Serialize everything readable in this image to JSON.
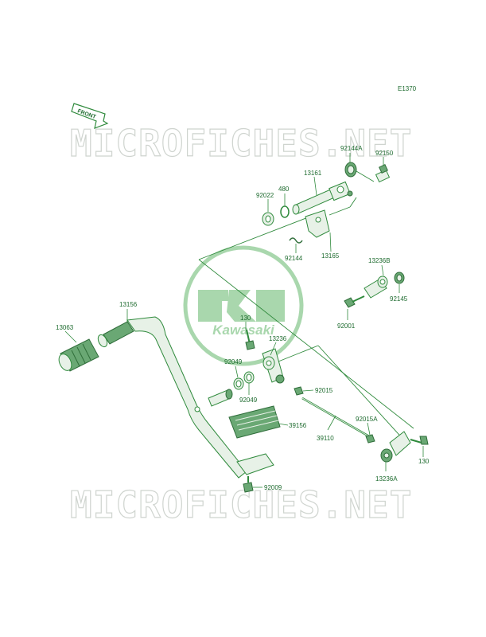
{
  "diagram": {
    "ref_code": "E1370",
    "front_label": "FRONT",
    "brand_logo_text": "Kawasaki",
    "watermark_text": "MICROFICHES.NET",
    "part_labels": {
      "p92144A": "92144A",
      "p92150": "92150",
      "p13161": "13161",
      "p480": "480",
      "p92022": "92022",
      "p92144": "92144",
      "p13165": "13165",
      "p13236B": "13236B",
      "p92145": "92145",
      "p92001": "92001",
      "p13156": "13156",
      "p13063": "13063",
      "p130_top": "130",
      "p13236": "13236",
      "p92049_a": "92049",
      "p92049_b": "92049",
      "p92015": "92015",
      "p92015A": "92015A",
      "p39156": "39156",
      "p39110": "39110",
      "p13236A": "13236A",
      "p130_right": "130",
      "p92009": "92009"
    },
    "colors": {
      "line": "#2f8a3c",
      "label": "#1e6b2f",
      "watermark": "#cfd4cf",
      "logo": "#a9d7ad"
    }
  }
}
